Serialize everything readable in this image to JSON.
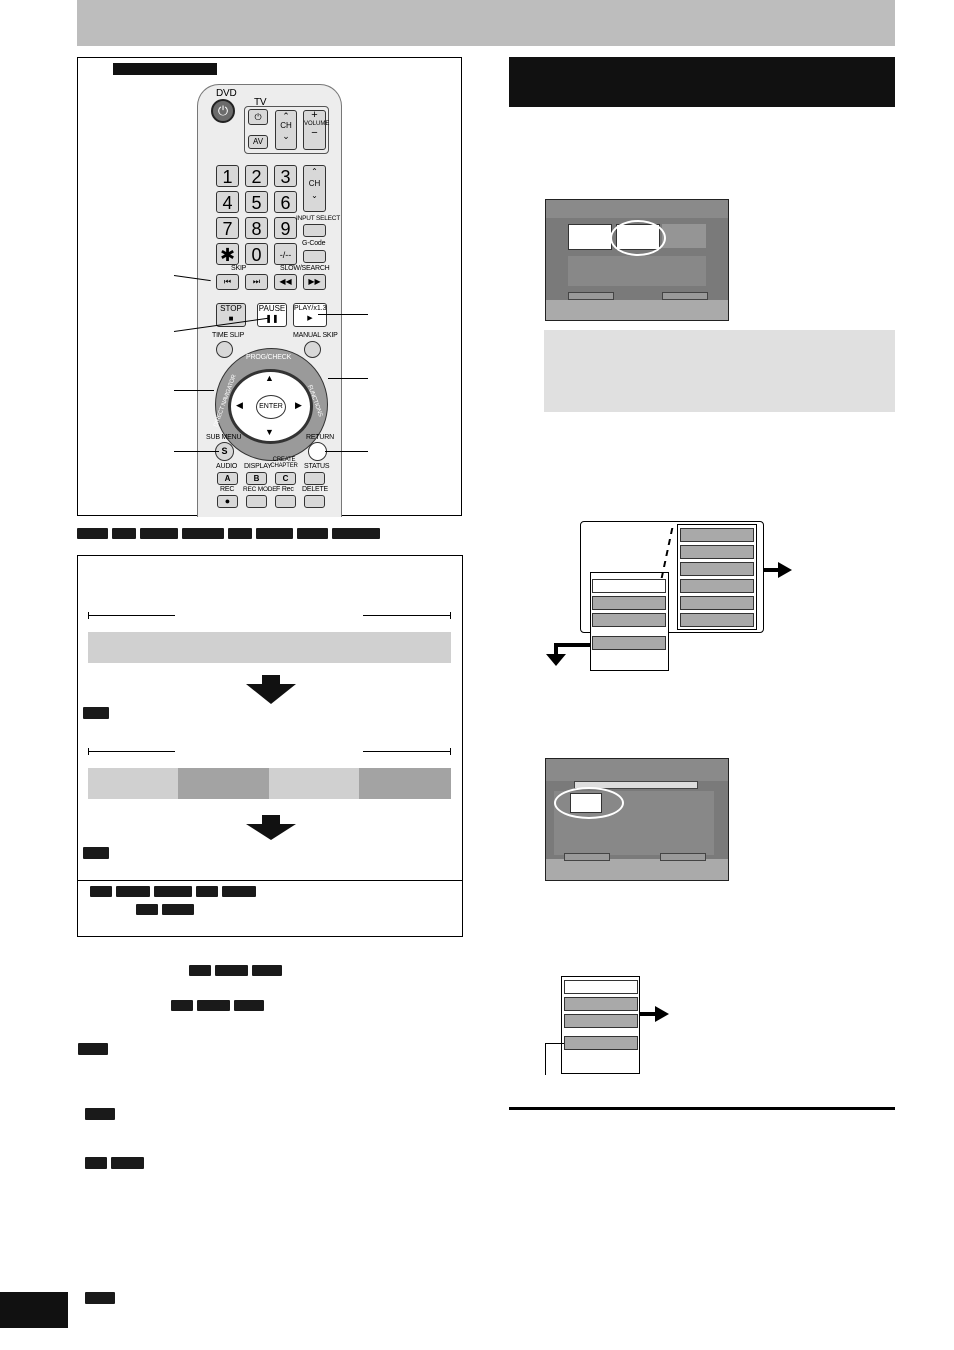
{
  "remote": {
    "dvd_label": "DVD",
    "tv_label": "TV",
    "ch_label": "CH",
    "volume_label": "VOLUME",
    "av_label": "AV",
    "plus": "+",
    "minus": "−",
    "num": [
      "1",
      "2",
      "3",
      "4",
      "5",
      "6",
      "7",
      "8",
      "9",
      "✱",
      "0",
      "-/--"
    ],
    "input_select": "INPUT SELECT",
    "gcode": "G-Code",
    "skip": "SKIP",
    "slow_search": "SLOW/SEARCH",
    "stop": "STOP",
    "pause": "PAUSE",
    "play": "PLAY/x1.3",
    "time_slip": "TIME SLIP",
    "manual_skip": "MANUAL SKIP",
    "prog_check": "PROG/CHECK",
    "direct_navigator": "DIRECT NAVIGATOR",
    "functions": "FUNCTIONS",
    "enter": "ENTER",
    "sub_menu": "SUB MENU",
    "s": "S",
    "return": "RETURN",
    "audio": "AUDIO",
    "display": "DISPLAY",
    "create_chapter": "CREATE CHAPTER",
    "status": "STATUS",
    "a": "A",
    "b": "B",
    "c": "C",
    "rec": "REC",
    "rec_mode": "REC MODE",
    "f_rec": "F Rec",
    "delete": "DELETE"
  }
}
